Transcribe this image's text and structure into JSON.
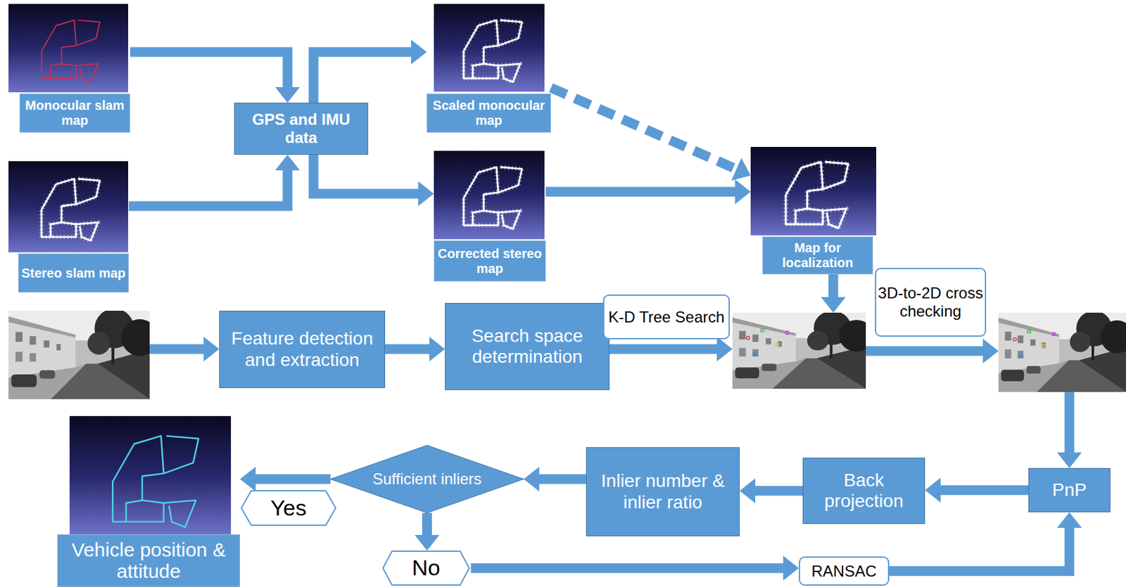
{
  "diagram": {
    "nodes": [
      {
        "text": [
          "Monocular slam map"
        ]
      },
      {
        "text": [
          "Stereo slam map"
        ]
      },
      {
        "text": [
          "GPS and IMU data"
        ]
      },
      {
        "text": [
          "Scaled monocular map"
        ]
      },
      {
        "text": [
          "Corrected stereo map"
        ]
      },
      {
        "text": [
          "Map for localization"
        ]
      },
      {
        "text": [
          "Feature detection and extraction"
        ]
      },
      {
        "text": [
          "Search space determination"
        ]
      },
      {
        "text": [
          "K-D Tree Search"
        ]
      },
      {
        "text": [
          "3D-to-2D cross checking"
        ]
      },
      {
        "text": [
          "PnP"
        ]
      },
      {
        "text": [
          "Back projection"
        ]
      },
      {
        "text": [
          "Inlier number & inlier ratio"
        ]
      },
      {
        "text": [
          "Sufficient inliers"
        ]
      },
      {
        "text": [
          "Yes"
        ]
      },
      {
        "text": [
          "Vehicle position & attitude"
        ]
      },
      {
        "text": [
          "No"
        ]
      },
      {
        "text": [
          "RANSAC"
        ]
      }
    ],
    "edges": [
      {
        "from": 0,
        "to": 2,
        "arrow": "to"
      },
      {
        "from": 1,
        "to": 2,
        "arrow": "to"
      },
      {
        "from": 2,
        "to": 3,
        "arrow": "to"
      },
      {
        "from": 2,
        "to": 4,
        "arrow": "to"
      },
      {
        "from": 3,
        "to": 5,
        "arrow": "to"
      },
      {
        "from": 4,
        "to": 5,
        "arrow": "to"
      },
      {
        "from": 6,
        "to": 7,
        "arrow": "to"
      },
      {
        "from": 10,
        "to": 11,
        "arrow": "to"
      },
      {
        "from": 11,
        "to": 12,
        "arrow": "to"
      },
      {
        "from": 12,
        "to": 13,
        "arrow": "to"
      },
      {
        "from": 13,
        "to": 15,
        "arrow": "to"
      },
      {
        "from": 13,
        "to": 16,
        "arrow": "to"
      },
      {
        "from": 16,
        "to": 17,
        "arrow": "to"
      },
      {
        "from": 17,
        "to": 10,
        "arrow": "to"
      }
    ]
  }
}
